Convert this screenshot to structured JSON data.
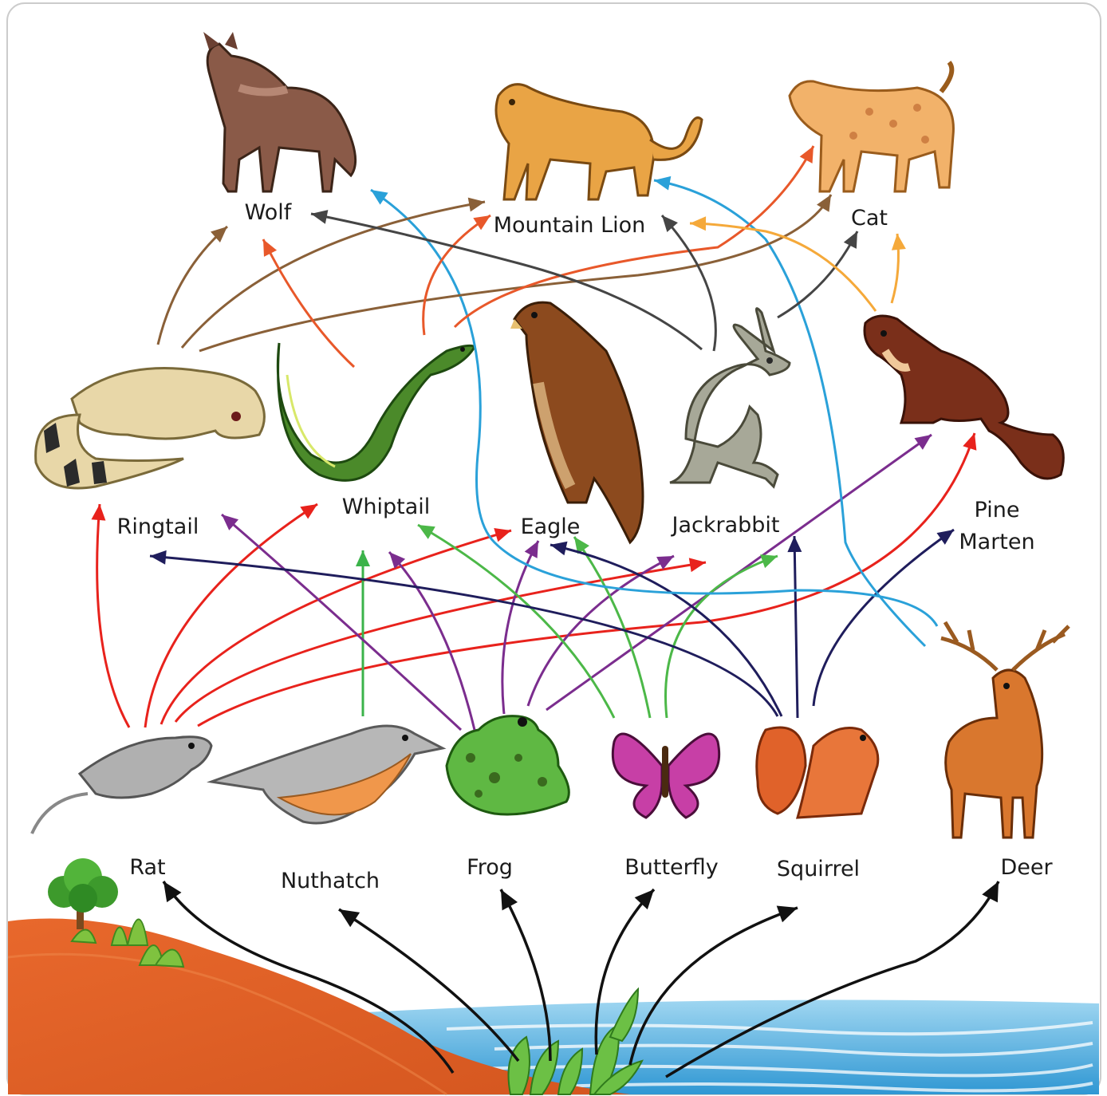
{
  "labels": {
    "wolf": "Wolf",
    "mountain_lion": "Mountain Lion",
    "cat": "Cat",
    "ringtail": "Ringtail",
    "whiptail": "Whiptail",
    "eagle": "Eagle",
    "jackrabbit": "Jackrabbit",
    "pine": "Pine",
    "marten": "Marten",
    "rat": "Rat",
    "nuthatch": "Nuthatch",
    "frog": "Frog",
    "butterfly": "Butterfly",
    "squirrel": "Squirrel",
    "deer": "Deer"
  },
  "colors": {
    "plant_arrows": "#111111",
    "rat_arrows": "#e8221c",
    "nuthatch_arrows": "#3bb34a",
    "frog_arrows": "#7b2d8e",
    "butterfly_arrows": "#4cb848",
    "squirrel_arrows": "#1f1d5c",
    "deer_arrows": "#2aa1d9",
    "ringtail_arrows": "#8a6038",
    "whiptail_arrows": "#e8582a",
    "jackrabbit_arrows": "#454545",
    "marten_arrows": "#f5a93a",
    "ground": "#e0622a",
    "water": "#3da5dc",
    "frame": "#cccccc"
  }
}
